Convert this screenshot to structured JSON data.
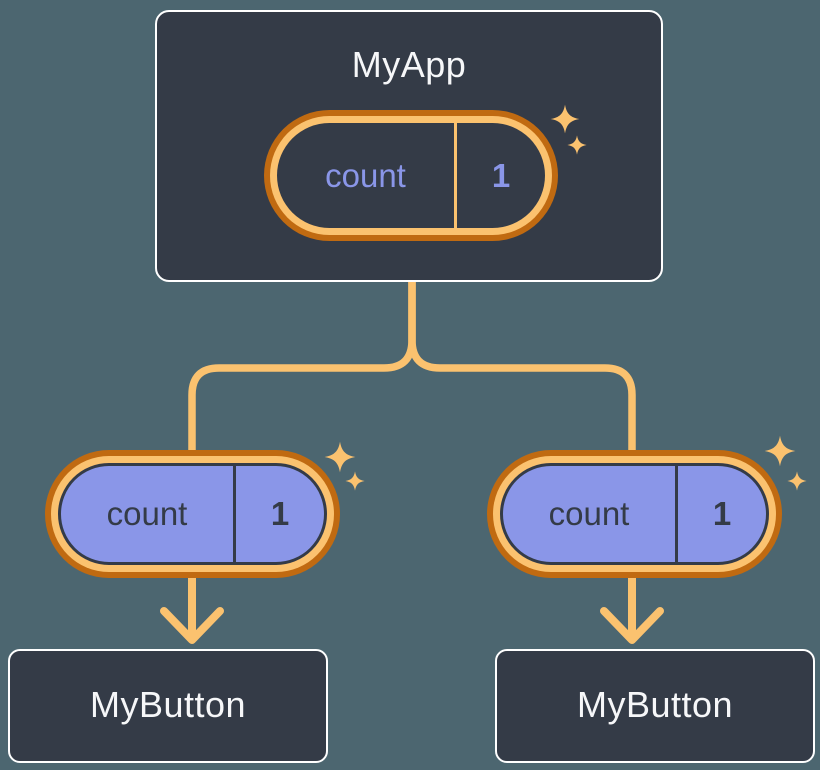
{
  "colors": {
    "background": "#4C6670",
    "node_fill": "#343B47",
    "node_border": "#FFFFFF",
    "node_text": "#F6F7F9",
    "orange_light": "#FBC26F",
    "orange_dark": "#C06A11",
    "purple": "#8A96E8"
  },
  "tree": {
    "root": {
      "label": "MyApp",
      "state": {
        "name": "count",
        "value": "1"
      }
    },
    "children": [
      {
        "label": "MyButton",
        "prop": {
          "name": "count",
          "value": "1"
        }
      },
      {
        "label": "MyButton",
        "prop": {
          "name": "count",
          "value": "1"
        }
      }
    ]
  }
}
